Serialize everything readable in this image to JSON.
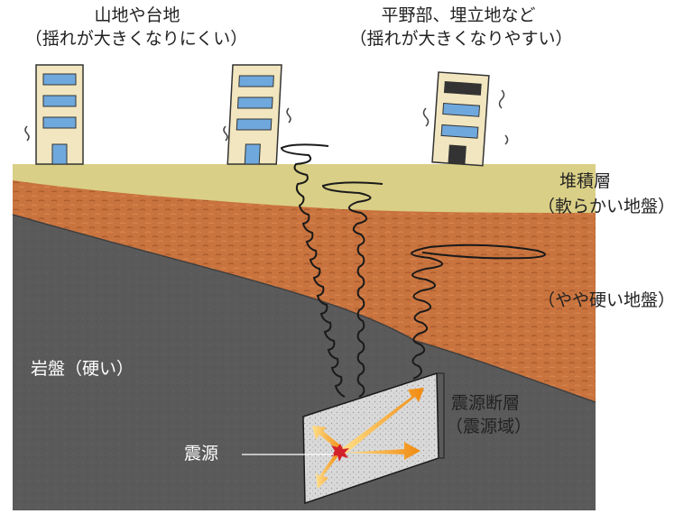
{
  "top_labels": {
    "left_title": "山地や台地",
    "left_note": "（揺れが大きくなりにくい）",
    "right_title": "平野部、埋立地など",
    "right_note": "（揺れが大きくなりやすい）"
  },
  "layers": {
    "sediment_title": "堆積層",
    "sediment_note": "（軟らかい地盤）",
    "middle_note": "（やや硬い地盤）",
    "bedrock": "岩盤（硬い）"
  },
  "fault": {
    "title": "震源断層",
    "note": "（震源域）",
    "hypocenter": "震源"
  },
  "colors": {
    "sediment": "#d9cf86",
    "soil": "#c9733e",
    "bedrock": "#5a5a5a",
    "fault": "#d9d9d9",
    "arrow": "#f4a11a",
    "hypocenter": "#d3212b",
    "building": "#f1e6bf",
    "window": "#6fa8dc"
  }
}
